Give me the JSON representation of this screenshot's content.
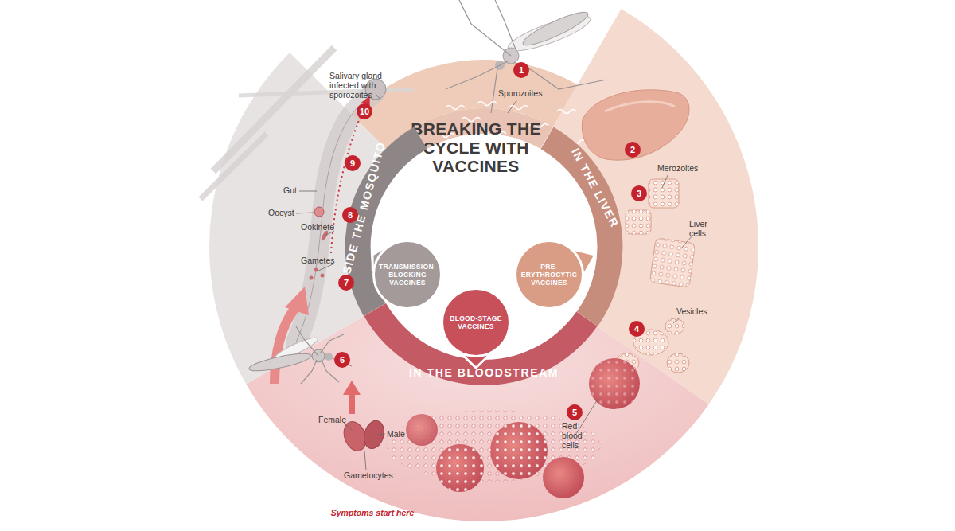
{
  "diagram": {
    "title": "BREAKING THE CYCLE WITH VACCINES",
    "nodes": [
      {
        "text": [
          "INSIDE THE MOSQUITO"
        ]
      },
      {
        "text": [
          "IN THE LIVER"
        ]
      },
      {
        "text": [
          "IN THE BLOODSTREAM"
        ]
      },
      {
        "text": [
          "TRANSMISSION-BLOCKING VACCINES"
        ]
      },
      {
        "text": [
          "PRE-ERYTHROCYTIC VACCINES"
        ]
      },
      {
        "text": [
          "BLOOD-STAGE VACCINES"
        ]
      }
    ],
    "labels": [
      "Salivary gland infected with sporozoites",
      "1",
      "Sporozoites",
      "10",
      "2",
      "Merozoites",
      "3",
      "Liver cells",
      "9",
      "Gut",
      "Oocyst",
      "8",
      "Ookinete",
      "Gametes",
      "7",
      "4",
      "Vesicles",
      "6",
      "5",
      "Red blood cells",
      "Female",
      "Male",
      "Gametocytes",
      "Symptoms start here"
    ]
  }
}
